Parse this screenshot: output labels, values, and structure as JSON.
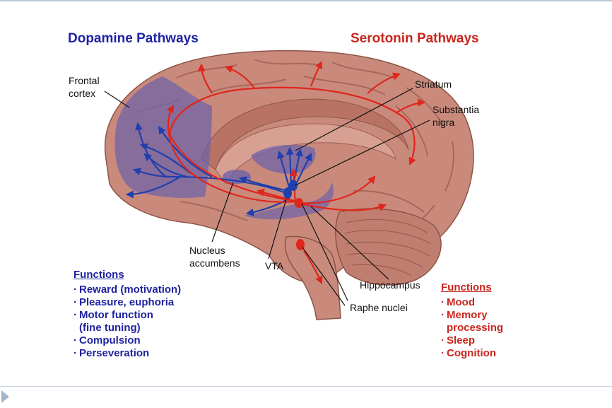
{
  "titles": {
    "dopamine": "Dopamine Pathways",
    "serotonin": "Serotonin Pathways"
  },
  "labels": {
    "frontal_cortex": [
      "Frontal",
      "cortex"
    ],
    "striatum": "Striatum",
    "substantia_nigra": [
      "Substantia",
      "nigra"
    ],
    "nucleus_accumbens": [
      "Nucleus",
      "accumbens"
    ],
    "vta": "VTA",
    "hippocampus": "Hippocampus",
    "raphe_nuclei": "Raphe nuclei"
  },
  "dopamine_functions": {
    "heading": "Functions",
    "items": [
      "Reward (motivation)",
      "Pleasure, euphoria",
      "Motor function",
      "(fine tuning)",
      "Compulsion",
      "Perseveration"
    ]
  },
  "serotonin_functions": {
    "heading": "Functions",
    "items": [
      "Mood",
      "Memory",
      "processing",
      "Sleep",
      "Cognition"
    ]
  },
  "colors": {
    "dopamine": "#1f23a0",
    "serotonin": "#c8261e",
    "brain": "#c98a7c",
    "brain_shadow": "#a4665a",
    "region_overlay": "#6e63a8"
  }
}
